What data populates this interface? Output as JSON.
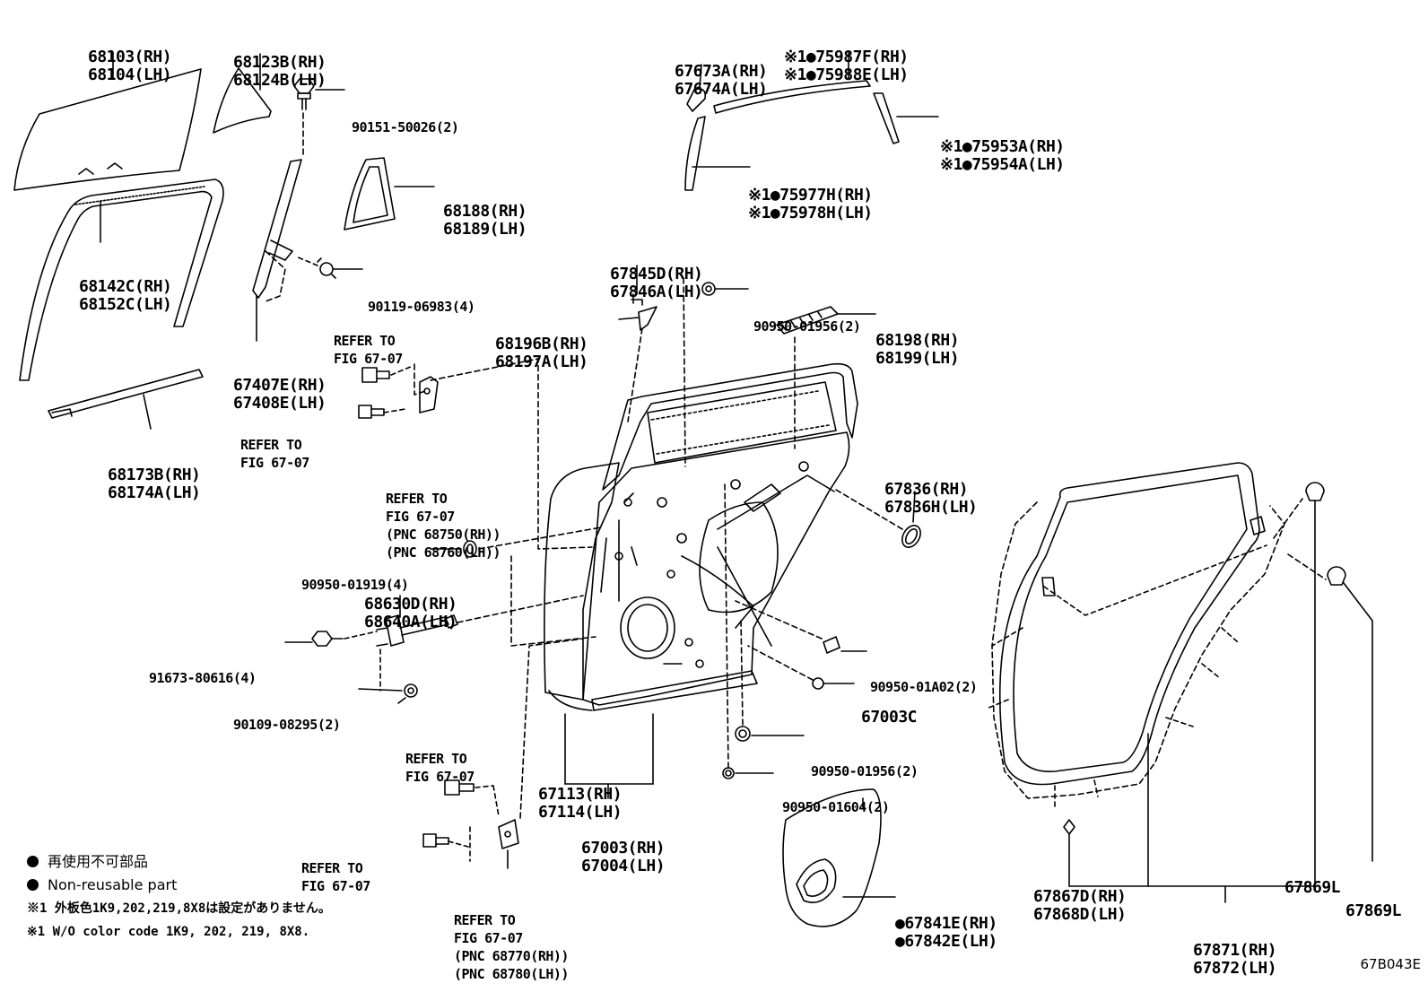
{
  "figure_id": "67B043E",
  "labels": {
    "p68103": [
      "68103(RH)",
      "68104(LH)"
    ],
    "p68123": [
      "68123B(RH)",
      "68124B(LH)"
    ],
    "p90151": [
      "90151-50026(2)"
    ],
    "p68142": [
      "68142C(RH)",
      "68152C(LH)"
    ],
    "p68188": [
      "68188(RH)",
      "68189(LH)"
    ],
    "p90119": [
      "90119-06983(4)"
    ],
    "p67407": [
      "67407E(RH)",
      "67408E(LH)"
    ],
    "p68173": [
      "68173B(RH)",
      "68174A(LH)"
    ],
    "refer1": [
      "REFER TO",
      "FIG 67-07"
    ],
    "refer2": [
      "REFER TO",
      "FIG 67-07"
    ],
    "refer3": [
      "REFER TO",
      "FIG 67-07",
      "(PNC 68750(RH))",
      "(PNC 68760(LH))"
    ],
    "p90950_01919": [
      "90950-01919(4)"
    ],
    "p68630": [
      "68630D(RH)",
      "68640A(LH)"
    ],
    "p91673": [
      "91673-80616(4)"
    ],
    "p90109": [
      "90109-08295(2)"
    ],
    "refer4": [
      "REFER TO",
      "FIG 67-07"
    ],
    "refer5": [
      "REFER TO",
      "FIG 67-07"
    ],
    "refer6": [
      "REFER TO",
      "FIG 67-07",
      "(PNC 68770(RH))",
      "(PNC 68780(LH))"
    ],
    "p67673": [
      "67673A(RH)",
      "67674A(LH)"
    ],
    "p75987": [
      "※1●75987F(RH)",
      "※1●75988E(LH)"
    ],
    "p75953": [
      "※1●75953A(RH)",
      "※1●75954A(LH)"
    ],
    "p75977": [
      "※1●75977H(RH)",
      "※1●75978H(LH)"
    ],
    "p67845": [
      "67845D(RH)",
      "67846A(LH)"
    ],
    "p90950_01956a": [
      "90950-01956(2)"
    ],
    "p68196": [
      "68196B(RH)",
      "68197A(LH)"
    ],
    "p68198": [
      "68198(RH)",
      "68199(LH)"
    ],
    "p67836": [
      "67836(RH)",
      "67836H(LH)"
    ],
    "p90950_01A02": [
      "90950-01A02(2)"
    ],
    "p67003C": [
      "67003C"
    ],
    "p90950_01956b": [
      "90950-01956(2)"
    ],
    "p90950_01604": [
      "90950-01604(2)"
    ],
    "p67113": [
      "67113(RH)",
      "67114(LH)"
    ],
    "p67003": [
      "67003(RH)",
      "67004(LH)"
    ],
    "p67841": [
      "●67841E(RH)",
      "●67842E(LH)"
    ],
    "p67867": [
      "67867D(RH)",
      "67868D(LH)"
    ],
    "p67869a": [
      "67869L"
    ],
    "p67869b": [
      "67869L"
    ],
    "p67871": [
      "67871(RH)",
      "67872(LH)"
    ]
  },
  "legend": {
    "non_reusable_jp": "再使用不可部品",
    "non_reusable_en": "Non-reusable part",
    "note_jp": "※1 外板色1K9,202,219,8X8は設定がありません。",
    "note_en": "※1 W/O color code 1K9, 202, 219, 8X8."
  }
}
